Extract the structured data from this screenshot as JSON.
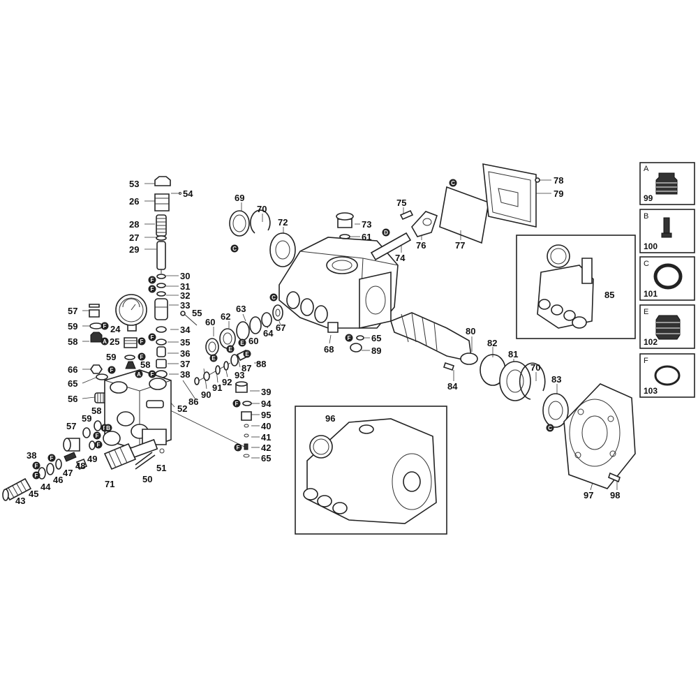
{
  "labels": {
    "l53": "53",
    "l54": "54",
    "l26": "26",
    "l28": "28",
    "l27": "27",
    "l29": "29",
    "l30": "30",
    "l31": "31",
    "l32": "32",
    "l33": "33",
    "l55": "55",
    "l34": "34",
    "l35": "35",
    "l36": "36",
    "l37": "37",
    "l38a": "38",
    "l57a": "57",
    "l59a": "59",
    "l24": "24",
    "l58a": "58",
    "l25": "25",
    "l59b": "59",
    "l58b": "58",
    "l66": "66",
    "l65a": "65",
    "l56": "56",
    "l52": "52",
    "l58c": "58",
    "l57b": "57",
    "l59c": "59",
    "l38b": "38",
    "l47": "47",
    "l48": "48",
    "l49": "49",
    "l71": "71",
    "l50": "50",
    "l51": "51",
    "l46": "46",
    "l44": "44",
    "l45": "45",
    "l43": "43",
    "l86": "86",
    "l90": "90",
    "l91": "91",
    "l92": "92",
    "l93": "93",
    "l87": "87",
    "l88": "88",
    "l39": "39",
    "l94": "94",
    "l95": "95",
    "l40": "40",
    "l41": "41",
    "l42": "42",
    "l65b": "65",
    "l60a": "60",
    "l62": "62",
    "l63": "63",
    "l60b": "60",
    "l64": "64",
    "l67": "67",
    "l68": "68",
    "l69": "69",
    "l70a": "70",
    "l72": "72",
    "l73": "73",
    "l61": "61",
    "l75": "75",
    "l74": "74",
    "l76": "76",
    "l77": "77",
    "l78": "78",
    "l79": "79",
    "l65c": "65",
    "l89": "89",
    "l80": "80",
    "l82": "82",
    "l81": "81",
    "l70b": "70",
    "l83": "83",
    "l84": "84",
    "l85": "85",
    "l96": "96",
    "l97": "97",
    "l98": "98"
  },
  "markers": {
    "c1": "C",
    "c2": "C",
    "c3": "C",
    "c4": "C",
    "d1": "D",
    "f1": "F",
    "f2": "F",
    "f3": "F",
    "f4": "F",
    "f5": "F",
    "f6": "F",
    "f7": "F",
    "f8": "F",
    "f9": "F",
    "f10": "F",
    "f11": "F",
    "f12": "F",
    "f13": "F",
    "f14": "F",
    "f15": "F",
    "f16": "F",
    "f17": "F",
    "e1": "E",
    "e2": "E",
    "e3": "E",
    "e4": "E",
    "a1": "A",
    "a2": "A",
    "b1": "B"
  },
  "kits": [
    {
      "letter": "A",
      "number": "99"
    },
    {
      "letter": "B",
      "number": "100"
    },
    {
      "letter": "C",
      "number": "101"
    },
    {
      "letter": "E",
      "number": "102"
    },
    {
      "letter": "F",
      "number": "103"
    }
  ]
}
